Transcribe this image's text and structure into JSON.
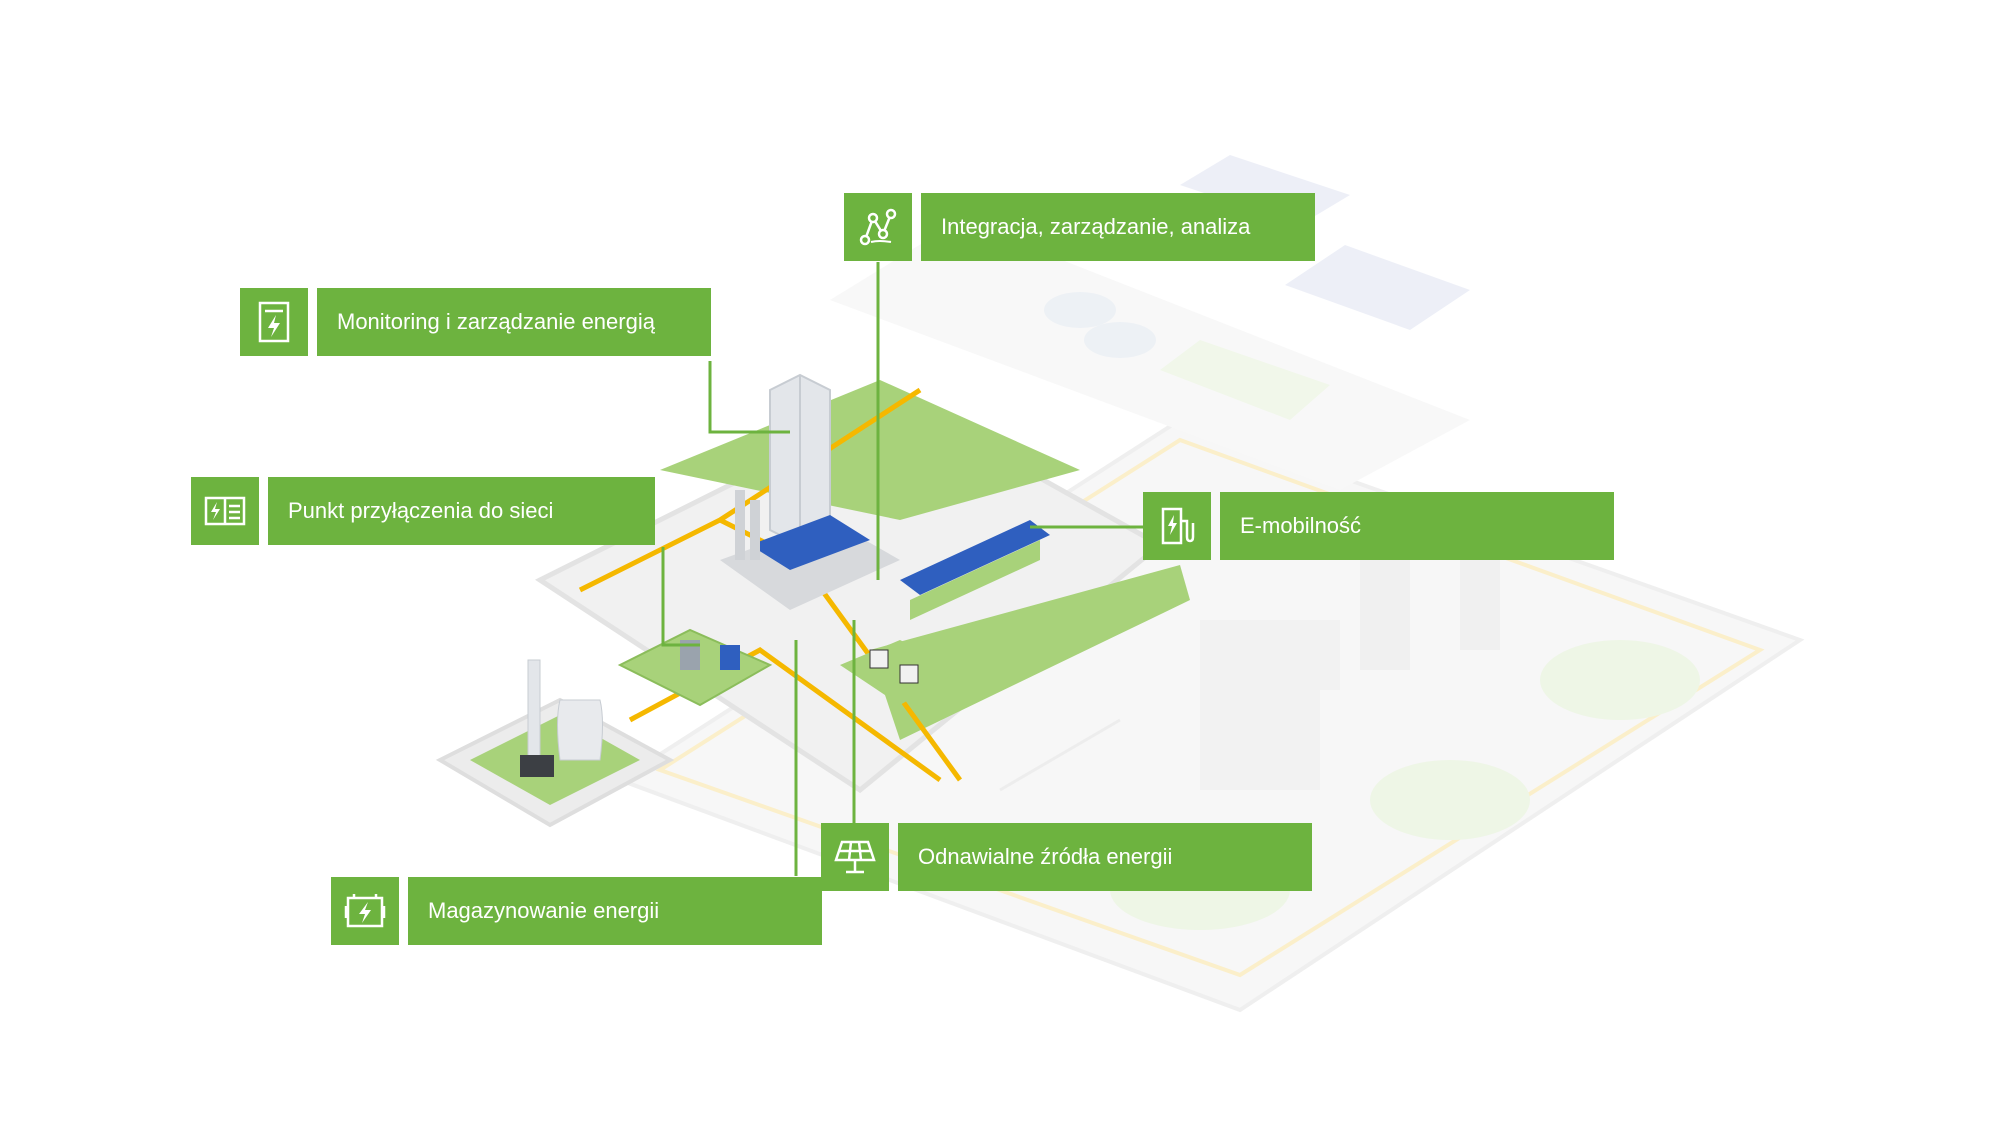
{
  "palette": {
    "accent_green": "#6db33f",
    "light_green": "#a8d27a",
    "pale_green": "#e6f2da",
    "connector_yellow": "#f5b800",
    "pale_yellow": "#f9e6a8",
    "ground_gray": "#ececec",
    "building_gray": "#d7d9dc",
    "solar_blue": "#2f5fbf"
  },
  "callouts": [
    {
      "key": "monitoring",
      "label": "Monitoring i zarządzanie energią",
      "icon": "meter-bolt-icon"
    },
    {
      "key": "grid",
      "label": "Punkt przyłączenia do sieci",
      "icon": "grid-connection-icon"
    },
    {
      "key": "integration",
      "label": "Integracja, zarządzanie, analiza",
      "icon": "analytics-network-icon"
    },
    {
      "key": "emobility",
      "label": "E-mobilność",
      "icon": "ev-charger-icon"
    },
    {
      "key": "renewables",
      "label": "Odnawialne źródła energii",
      "icon": "solar-panel-icon"
    },
    {
      "key": "storage",
      "label": "Magazynowanie energii",
      "icon": "battery-bolt-icon"
    }
  ]
}
